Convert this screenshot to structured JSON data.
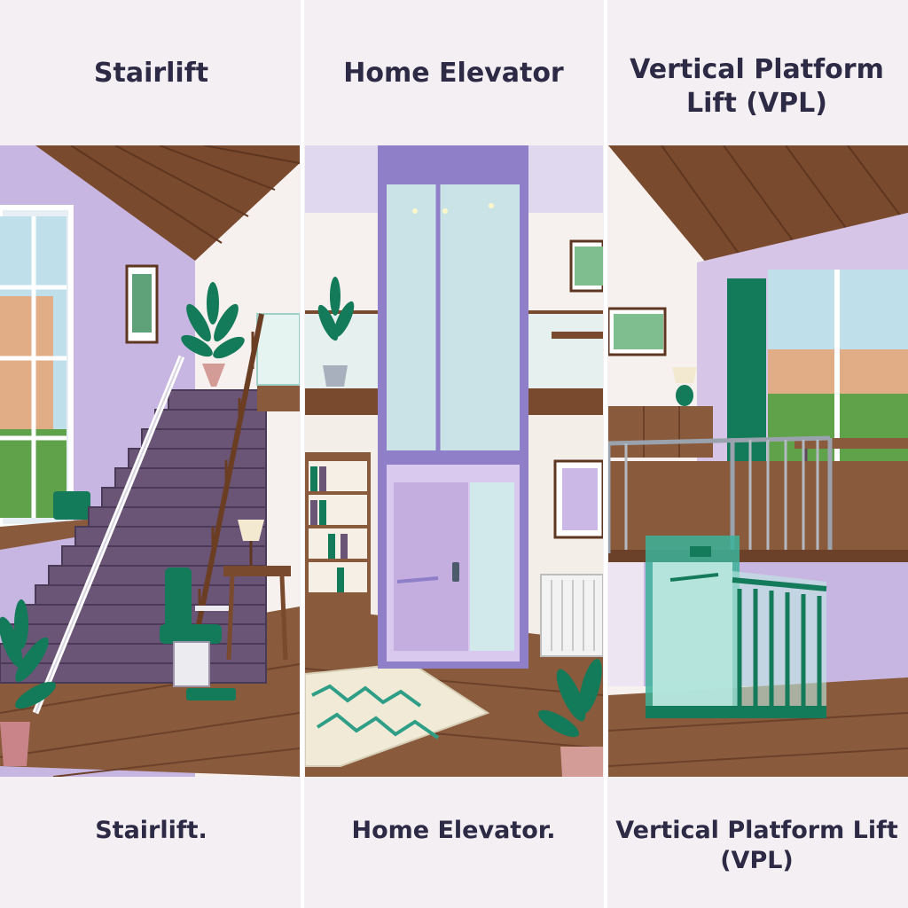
{
  "panels": [
    {
      "title": "Stairlift",
      "caption": "Stairlift."
    },
    {
      "title": "Home Elevator",
      "caption": "Home Elevator."
    },
    {
      "title": "Vertical Platform Lift (VPL)",
      "caption": "Vertical Platform Lift (VPL)"
    }
  ],
  "colors": {
    "background": "#f4eff3",
    "wall_lavender": "#c8b6e2",
    "wood_floor": "#8a5a3c",
    "ceiling_wood": "#7a4a2e",
    "accent_green": "#137a5a",
    "glass": "#bfe9e2",
    "frame_purple": "#8f7fc9",
    "text": "#2c2a45"
  }
}
